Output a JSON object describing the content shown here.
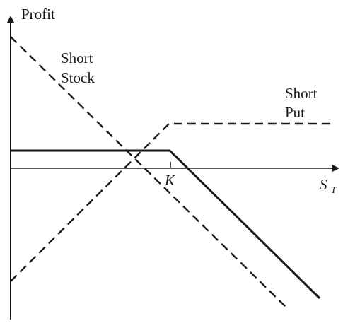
{
  "diagram": {
    "y_axis_label": "Profit",
    "x_axis_label_main": "S",
    "x_axis_label_sub": "T",
    "strike_label": "K",
    "short_stock_label_line1": "Short",
    "short_stock_label_line2": "Stock",
    "short_put_label_line1": "Short",
    "short_put_label_line2": "Put",
    "line_color": "#1a1a1a"
  }
}
